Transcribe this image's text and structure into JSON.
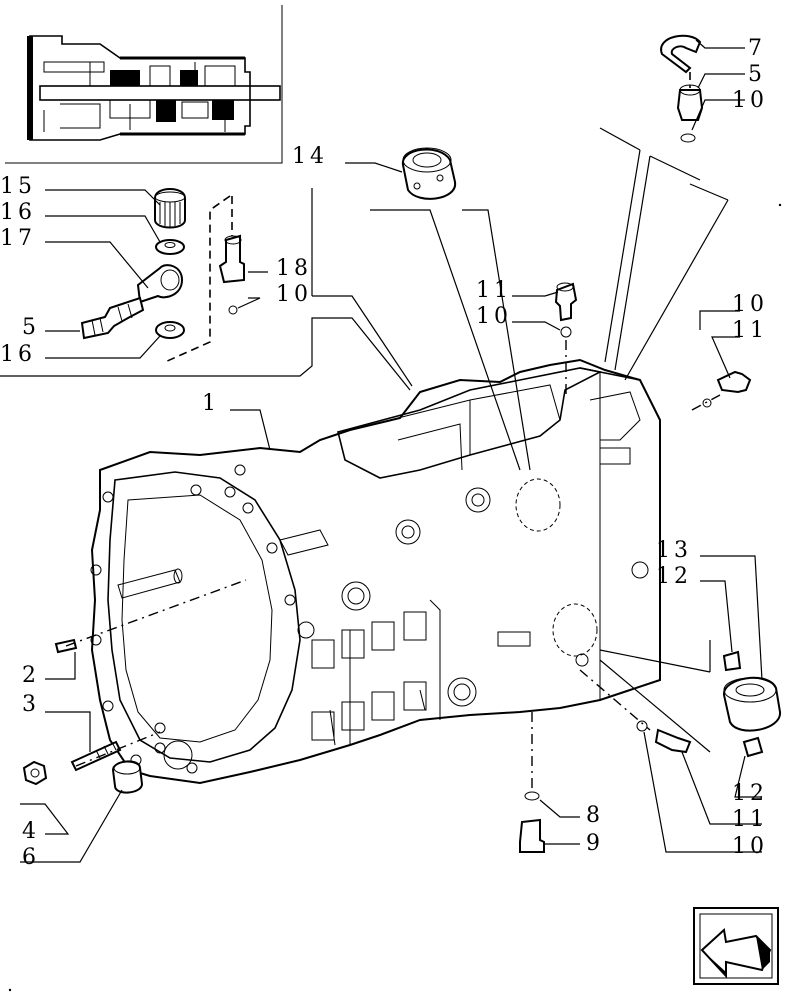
{
  "labels": {
    "l15": "15",
    "l16a": "16",
    "l17": "17",
    "l5a": "5",
    "l16b": "16",
    "l14": "14",
    "l18": "18",
    "l10a": "10",
    "l7": "7",
    "l5b": "5",
    "l10b": "10",
    "l11a": "11",
    "l10c": "10",
    "l10d": "10",
    "l11b": "11",
    "l1": "1",
    "l13": "13",
    "l12a": "12",
    "l2": "2",
    "l3": "3",
    "l4": "4",
    "l6": "6",
    "l8": "8",
    "l9": "9",
    "l12b": "12",
    "l11c": "11",
    "l10e": "10"
  },
  "icons": {
    "nav": "back-arrow-icon",
    "thumbnail": "transmission-thumbnail-icon"
  }
}
